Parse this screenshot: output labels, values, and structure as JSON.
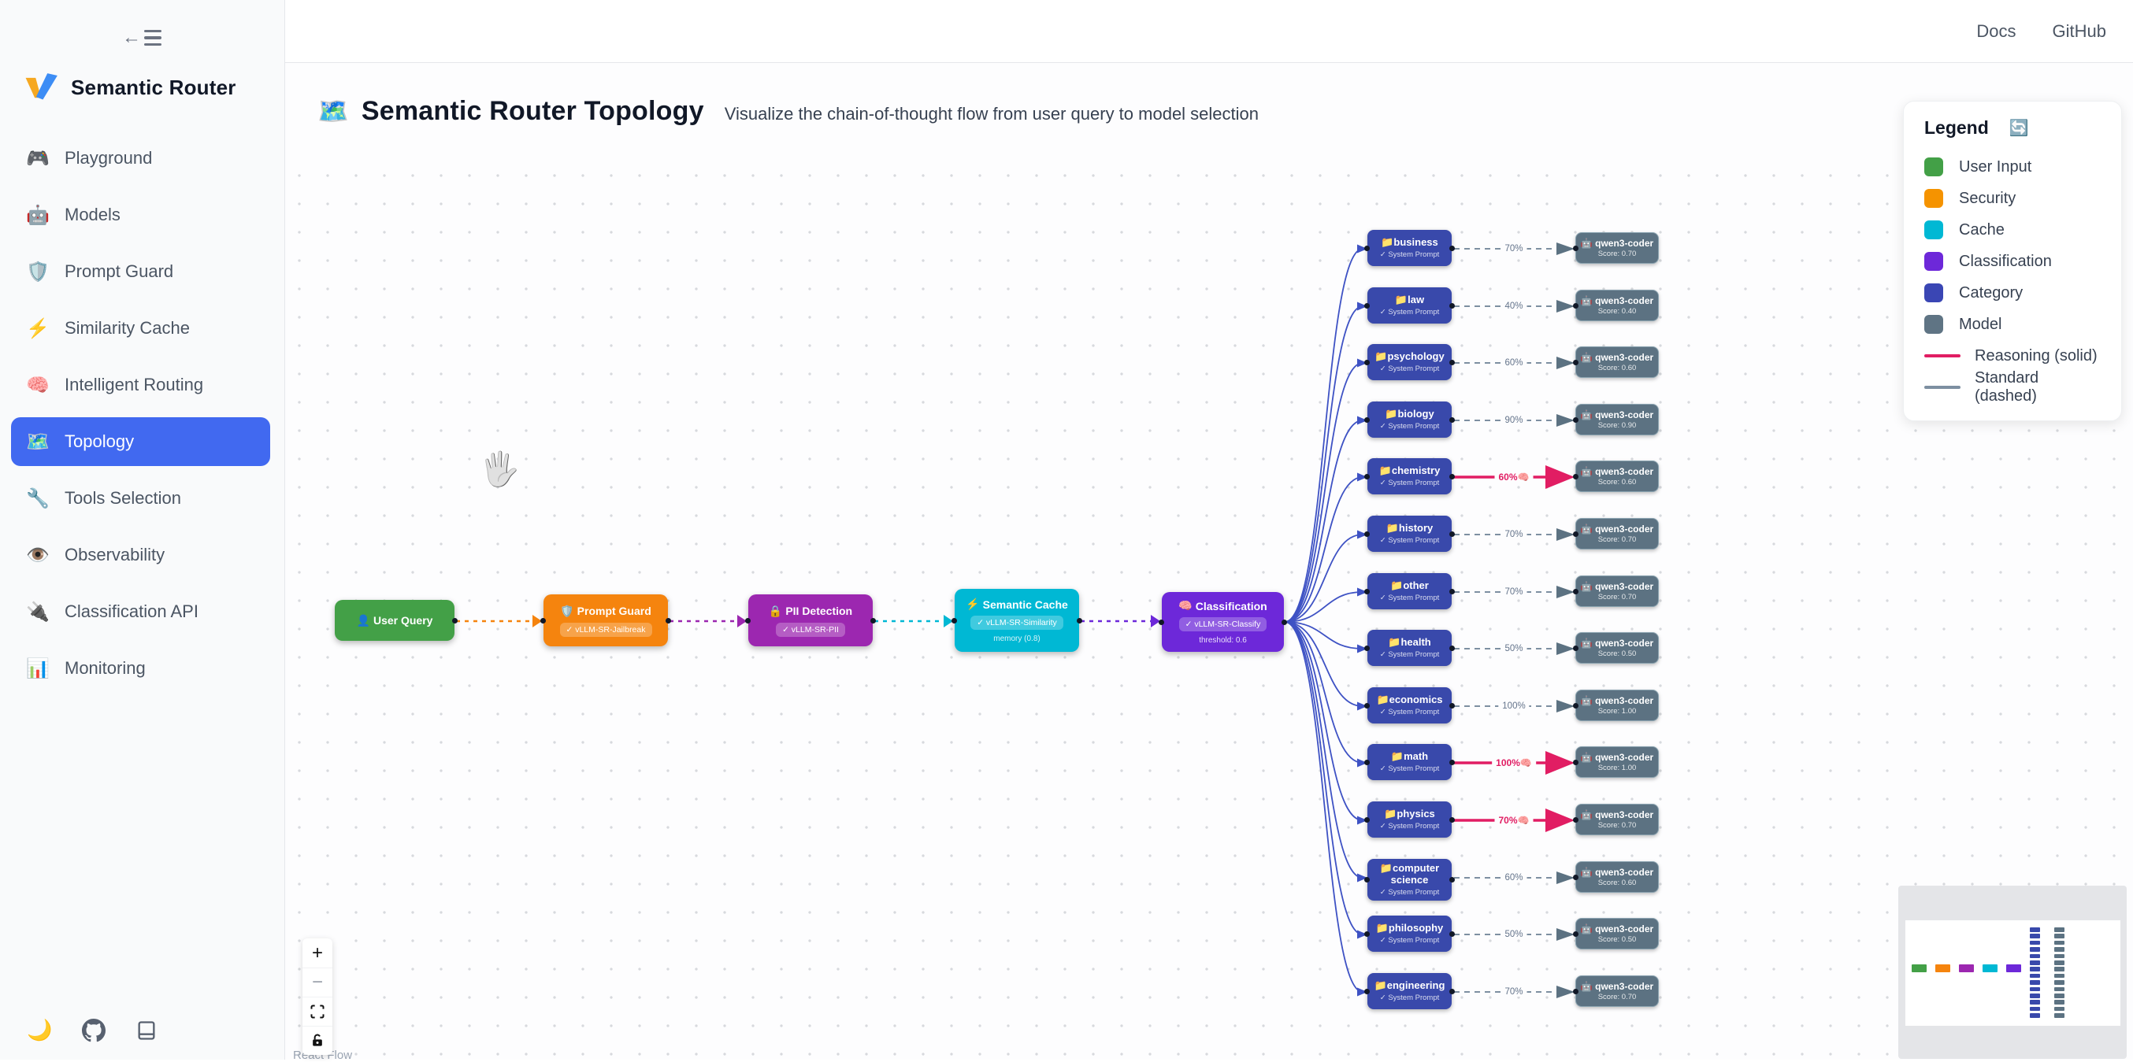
{
  "sidebar": {
    "logo_title": "Semantic Router",
    "items": [
      {
        "icon": "🎮",
        "label": "Playground",
        "active": false
      },
      {
        "icon": "🤖",
        "label": "Models",
        "active": false
      },
      {
        "icon": "🛡️",
        "label": "Prompt Guard",
        "active": false
      },
      {
        "icon": "⚡",
        "label": "Similarity Cache",
        "active": false
      },
      {
        "icon": "🧠",
        "label": "Intelligent Routing",
        "active": false
      },
      {
        "icon": "🗺️",
        "label": "Topology",
        "active": true
      },
      {
        "icon": "🔧",
        "label": "Tools Selection",
        "active": false
      },
      {
        "icon": "👁️",
        "label": "Observability",
        "active": false
      },
      {
        "icon": "🔌",
        "label": "Classification API",
        "active": false
      },
      {
        "icon": "📊",
        "label": "Monitoring",
        "active": false
      }
    ],
    "footer": {
      "theme_icon": "🌙"
    }
  },
  "topbar": {
    "links": [
      "Docs",
      "GitHub"
    ]
  },
  "header": {
    "icon": "🗺️",
    "title": "Semantic Router Topology",
    "subtitle": "Visualize the chain-of-thought flow from user query to model selection"
  },
  "legend": {
    "title": "Legend",
    "refresh_icon": "🔄",
    "items": [
      {
        "label": "User Input",
        "color": "#43a047"
      },
      {
        "label": "Security",
        "color": "#f59300"
      },
      {
        "label": "Cache",
        "color": "#00b8d4"
      },
      {
        "label": "Classification",
        "color": "#6d28d9"
      },
      {
        "label": "Category",
        "color": "#3a46b4"
      },
      {
        "label": "Model",
        "color": "#5f7484"
      }
    ],
    "lines": [
      {
        "label": "Reasoning (solid)",
        "color": "#e11d63"
      },
      {
        "label": "Standard (dashed)",
        "color": "#7d8fa1"
      }
    ]
  },
  "flow": {
    "pipeline": [
      {
        "icon": "👤",
        "title": "User Query",
        "color": "#43a047"
      },
      {
        "icon": "🛡️",
        "title": "Prompt Guard",
        "badge": "✓ vLLM-SR-Jailbreak",
        "color": "#f5840e"
      },
      {
        "icon": "🔒",
        "title": "PII Detection",
        "badge": "✓ vLLM-SR-PII",
        "color": "#9c27b0"
      },
      {
        "icon": "⚡",
        "title": "Semantic Cache",
        "badge": "✓ vLLM-SR-Similarity",
        "sub": "memory (0.8)",
        "color": "#00b8d4"
      },
      {
        "icon": "🧠",
        "title": "Classification",
        "badge": "✓ vLLM-SR-Classify",
        "sub": "threshold: 0.6",
        "color": "#6d28d9"
      }
    ],
    "category_icon": "📁",
    "category_sub": "✓ System Prompt",
    "model_icon": "🤖",
    "model_name": "qwen3-coder",
    "reasoning_icon": "🧠",
    "rows": [
      {
        "category": "business",
        "percent": "70%",
        "score": "Score: 0.70",
        "reasoning": false
      },
      {
        "category": "law",
        "percent": "40%",
        "score": "Score: 0.40",
        "reasoning": false
      },
      {
        "category": "psychology",
        "percent": "60%",
        "score": "Score: 0.60",
        "reasoning": false
      },
      {
        "category": "biology",
        "percent": "90%",
        "score": "Score: 0.90",
        "reasoning": false
      },
      {
        "category": "chemistry",
        "percent": "60%",
        "score": "Score: 0.60",
        "reasoning": true
      },
      {
        "category": "history",
        "percent": "70%",
        "score": "Score: 0.70",
        "reasoning": false
      },
      {
        "category": "other",
        "percent": "70%",
        "score": "Score: 0.70",
        "reasoning": false
      },
      {
        "category": "health",
        "percent": "50%",
        "score": "Score: 0.50",
        "reasoning": false
      },
      {
        "category": "economics",
        "percent": "100%",
        "score": "Score: 1.00",
        "reasoning": false
      },
      {
        "category": "math",
        "percent": "100%",
        "score": "Score: 1.00",
        "reasoning": true
      },
      {
        "category": "physics",
        "percent": "70%",
        "score": "Score: 0.70",
        "reasoning": true
      },
      {
        "category": "computer science",
        "percent": "60%",
        "score": "Score: 0.60",
        "reasoning": false
      },
      {
        "category": "philosophy",
        "percent": "50%",
        "score": "Score: 0.50",
        "reasoning": false
      },
      {
        "category": "engineering",
        "percent": "70%",
        "score": "Score: 0.70",
        "reasoning": false
      }
    ]
  },
  "colors": {
    "fanout": "#3e52c4",
    "standard_edge": "#7d8fa1",
    "standard_arrow": "#5c7282",
    "reasoning_edge": "#e11d63",
    "category_node": "#3949ab",
    "model_node": "#5c7282",
    "active_nav": "#4169f0"
  },
  "controls": {
    "zoom_in": "+",
    "zoom_out": "−"
  },
  "attribution": "React Flow"
}
